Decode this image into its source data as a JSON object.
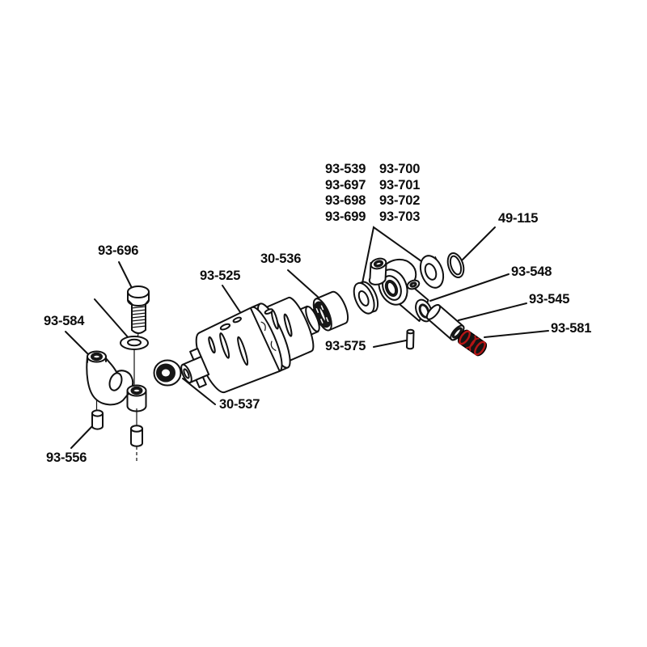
{
  "page": {
    "background": "#ffffff"
  },
  "diagram": {
    "type": "exploded-parts-diagram",
    "line_color": "#111111",
    "accent_color": "#b31515",
    "callouts": [
      {
        "label": "93-539"
      },
      {
        "label": "93-700"
      },
      {
        "label": "93-697"
      },
      {
        "label": "93-701"
      },
      {
        "label": "93-698"
      },
      {
        "label": "93-702"
      },
      {
        "label": "93-699"
      },
      {
        "label": "93-703"
      },
      {
        "label": "49-115"
      },
      {
        "label": "93-696"
      },
      {
        "label": "30-536"
      },
      {
        "label": "93-525"
      },
      {
        "label": "93-584"
      },
      {
        "label": "93-548"
      },
      {
        "label": "93-545"
      },
      {
        "label": "93-581"
      },
      {
        "label": "93-575"
      },
      {
        "label": "30-537"
      },
      {
        "label": "93-556"
      }
    ]
  }
}
